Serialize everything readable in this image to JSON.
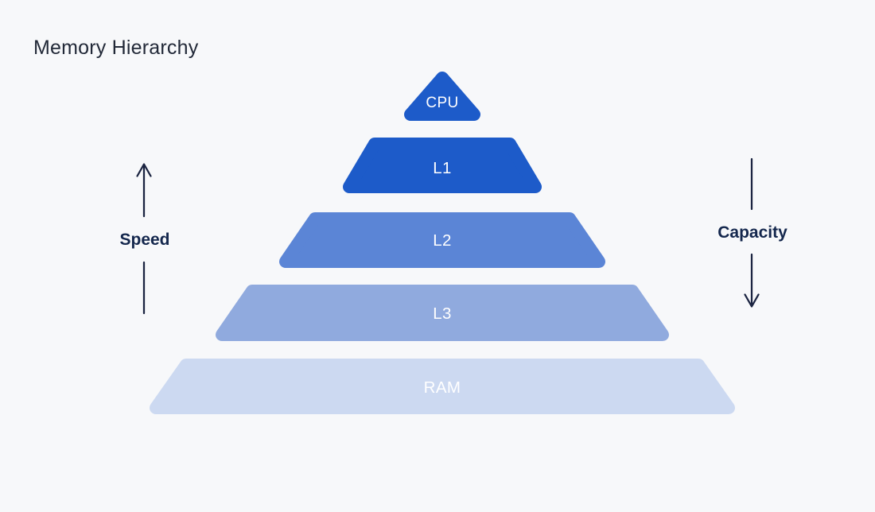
{
  "title": "Memory Hierarchy",
  "pyramid": {
    "layers": [
      {
        "id": "cpu",
        "label": "CPU",
        "color": "#1d5bc9"
      },
      {
        "id": "l1",
        "label": "L1",
        "color": "#1d5bc9"
      },
      {
        "id": "l2",
        "label": "L2",
        "color": "#5b85d6"
      },
      {
        "id": "l3",
        "label": "L3",
        "color": "#90aade"
      },
      {
        "id": "ram",
        "label": "RAM",
        "color": "#ccd9f1"
      }
    ]
  },
  "axes": {
    "speed": {
      "label": "Speed",
      "direction": "up"
    },
    "capacity": {
      "label": "Capacity",
      "direction": "down"
    }
  },
  "colors": {
    "background": "#f7f8fa",
    "title_text": "#222938",
    "axis_text": "#14274d",
    "arrow": "#1a2340",
    "layer_label_text": "#ffffff"
  }
}
